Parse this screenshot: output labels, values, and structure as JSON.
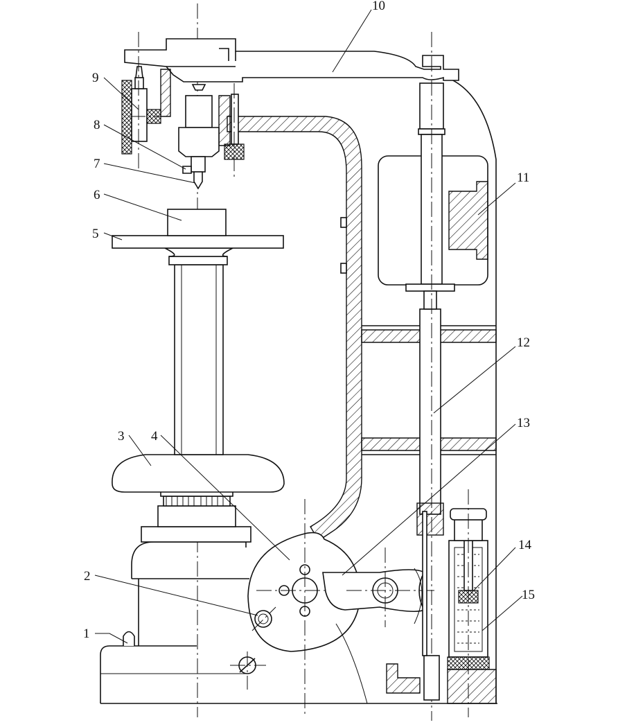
{
  "colors": {
    "line": "#111111",
    "background": "#ffffff"
  },
  "callouts": [
    {
      "id": "1",
      "text": "1"
    },
    {
      "id": "2",
      "text": "2"
    },
    {
      "id": "3",
      "text": "3"
    },
    {
      "id": "4",
      "text": "4"
    },
    {
      "id": "5",
      "text": "5"
    },
    {
      "id": "6",
      "text": "6"
    },
    {
      "id": "7",
      "text": "7"
    },
    {
      "id": "8",
      "text": "8"
    },
    {
      "id": "9",
      "text": "9"
    },
    {
      "id": "10",
      "text": "10"
    },
    {
      "id": "11",
      "text": "11"
    },
    {
      "id": "12",
      "text": "12"
    },
    {
      "id": "13",
      "text": "13"
    },
    {
      "id": "14",
      "text": "14"
    },
    {
      "id": "15",
      "text": "15"
    }
  ]
}
